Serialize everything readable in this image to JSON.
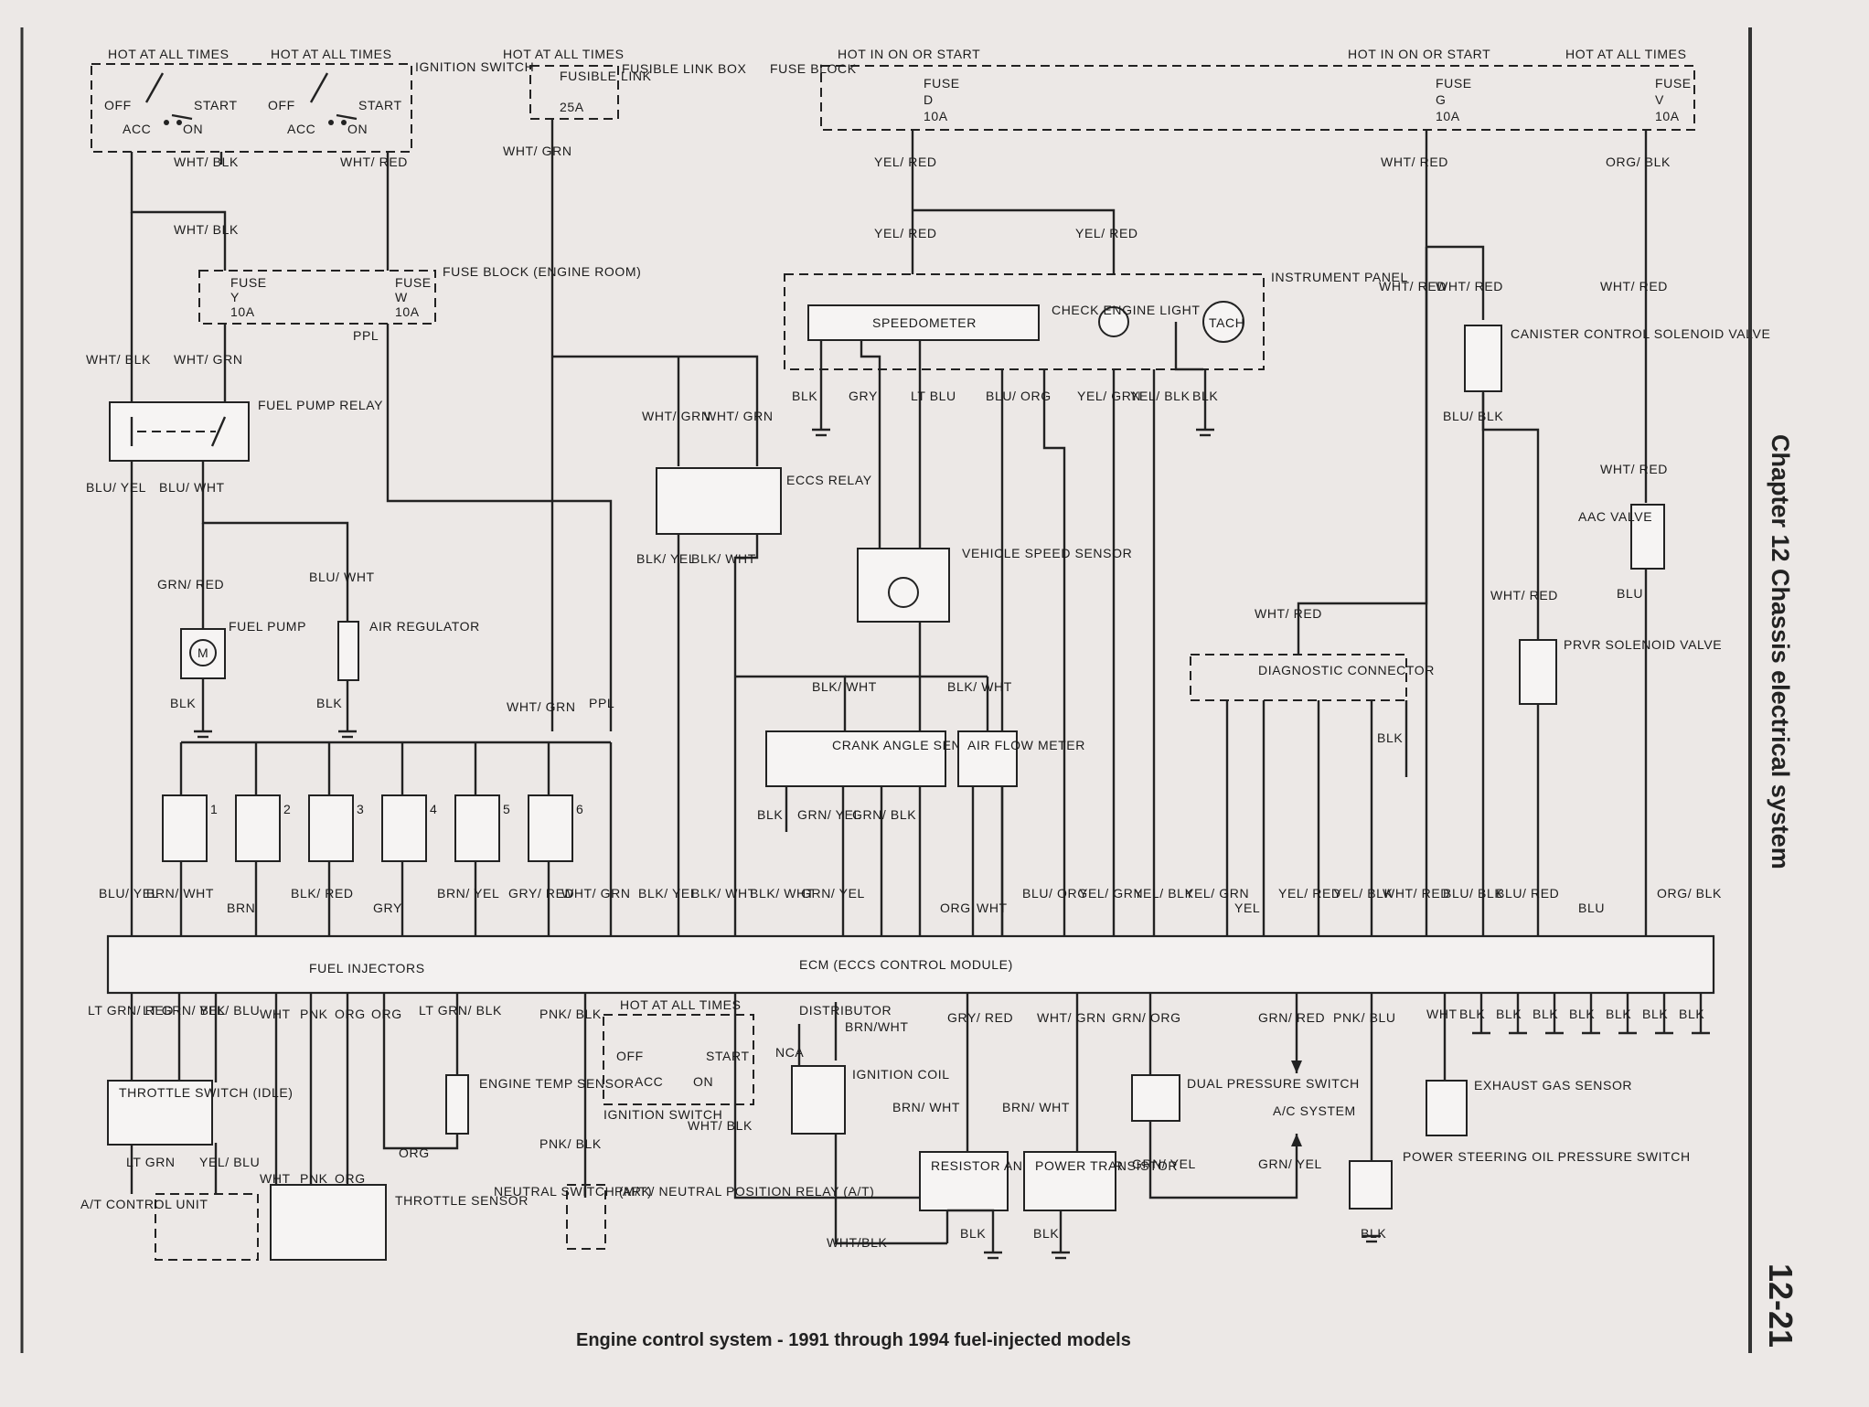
{
  "caption": "Engine control system - 1991 through 1994 fuel-injected models",
  "sidebar": {
    "chapter": "Chapter 12 Chassis electrical system",
    "page_number": "12-21"
  },
  "labels": {
    "hot_all_times": "HOT AT ALL TIMES",
    "hot_in_on_start": "HOT IN ON OR START",
    "ignition_switch": "IGNITION SWITCH",
    "off": "OFF",
    "acc": "ACC",
    "on": "ON",
    "start": "START",
    "fusible_link": "FUSIBLE LINK",
    "fusible_link_box": "FUSIBLE LINK BOX",
    "a25": "25A",
    "fuse_block": "FUSE BLOCK",
    "fuse": "FUSE",
    "a10": "10A",
    "fuse_d": "D",
    "fuse_g": "G",
    "fuse_v": "V",
    "fuse_y": "Y",
    "fuse_w": "W",
    "fuse_block_engine_room": "FUSE BLOCK (ENGINE ROOM)",
    "fuel_pump_relay": "FUEL PUMP RELAY",
    "fuel_pump": "FUEL PUMP",
    "air_regulator": "AIR REGULATOR",
    "eccs_relay": "ECCS RELAY",
    "instrument_panel": "INSTRUMENT PANEL",
    "speedometer": "SPEEDOMETER",
    "check_engine_light": "CHECK ENGINE LIGHT",
    "tach": "TACH",
    "vehicle_speed_sensor": "VEHICLE SPEED SENSOR",
    "canister_valve": "CANISTER CONTROL SOLENOID VALVE",
    "aac_valve": "AAC VALVE",
    "prvr_valve": "PRVR SOLENOID VALVE",
    "diagnostic_connector": "DIAGNOSTIC CONNECTOR",
    "crank_angle_sensor": "CRANK ANGLE SENSOR",
    "air_flow_meter": "AIR FLOW METER",
    "fuel_injectors": "FUEL INJECTORS",
    "ecm": "ECM (ECCS CONTROL MODULE)",
    "throttle_switch": "THROTTLE SWITCH (IDLE)",
    "engine_temp_sensor": "ENGINE TEMP SENSOR",
    "at_control_unit": "A/T CONTROL UNIT",
    "throttle_sensor": "THROTTLE SENSOR",
    "neutral_switch": "NEUTRAL SWITCH (M/T)",
    "park_neutral_relay": "PARK/ NEUTRAL POSITION RELAY (A/T)",
    "distributor": "DISTRIBUTOR",
    "nca": "NCA",
    "ignition_coil": "IGNITION COIL",
    "resistor_condenser": "RESISTOR AND CONDENSER",
    "power_transistor": "POWER TRANSISTOR",
    "dual_pressure_switch": "DUAL PRESSURE SWITCH",
    "ac_system": "A/C SYSTEM",
    "ps_oil_pressure_switch": "POWER STEERING OIL PRESSURE SWITCH",
    "exhaust_gas_sensor": "EXHAUST GAS SENSOR",
    "ppl": "PPL"
  },
  "wires": {
    "wht_blk": "WHT/ BLK",
    "wht_red": "WHT/ RED",
    "wht_grn": "WHT/ GRN",
    "blu_yel": "BLU/ YEL",
    "blu_wht": "BLU/ WHT",
    "grn_red": "GRN/ RED",
    "blu_wht2": "BLU/ WHT",
    "blk": "BLK",
    "yel_red": "YEL/ RED",
    "org_blk": "ORG/ BLK",
    "blu_blk": "BLU/ BLK",
    "blk_yel": "BLK/ YEL",
    "blk_wht": "BLK/ WHT",
    "gry": "GRY",
    "lt_blu": "LT BLU",
    "blu_org": "BLU/ ORG",
    "yel_grn": "YEL/ GRN",
    "yel_blk": "YEL/ BLK",
    "grn_yel": "GRN/ YEL",
    "grn_blk": "GRN/ BLK",
    "brn_wht": "BRN/ WHT",
    "brn": "BRN",
    "blk_red": "BLK/ RED",
    "brn_yel": "BRN/ YEL",
    "gry_red": "GRY/ RED",
    "org": "ORG",
    "wht": "WHT",
    "yel": "YEL",
    "blu": "BLU",
    "blu_red": "BLU/ RED",
    "lt_grn_red": "LT GRN/ RED",
    "lt_grn_blk": "LT GRN/ BLK",
    "yel_blu": "YEL/ BLU",
    "pnk": "PNK",
    "lt_grn_blk2": "LT GRN/ BLK",
    "lt_grn": "LT GRN",
    "pnk_blk": "PNK/ BLK",
    "brn_wht_long": "BRN/WHT",
    "gry_red2": "GRY/ RED",
    "grn_org": "GRN/ ORG",
    "pnk_blu": "PNK/ BLU",
    "wht_blk_long": "WHT/BLK"
  },
  "injector_numbers": [
    "1",
    "2",
    "3",
    "4",
    "5",
    "6"
  ]
}
